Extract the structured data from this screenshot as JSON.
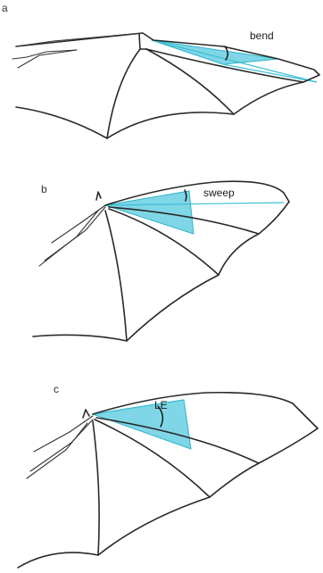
{
  "panels": [
    {
      "letter": "a",
      "label": "bend"
    },
    {
      "letter": "b",
      "label": "sweep"
    },
    {
      "letter": "c",
      "label": "LE"
    }
  ],
  "colors": {
    "highlight": "#7fd6e6",
    "highlight_stroke": "#2fb3c9",
    "outline": "#2a2a2a"
  }
}
